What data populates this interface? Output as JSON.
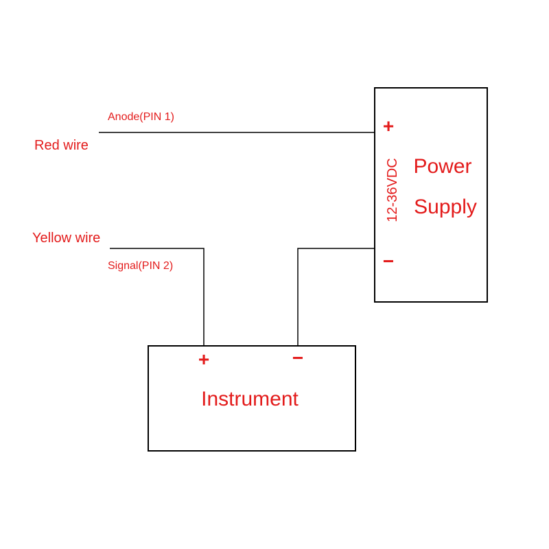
{
  "colors": {
    "text": "#e31b1b",
    "line": "#000000",
    "background": "#ffffff"
  },
  "wires": {
    "red_wire": "Red wire",
    "anode": "Anode(PIN 1)",
    "yellow_wire": "Yellow wire",
    "signal": "Signal(PIN 2)"
  },
  "power_supply": {
    "plus": "+",
    "minus": "−",
    "voltage": "12-36VDC",
    "title_line1": "Power",
    "title_line2": "Supply"
  },
  "instrument": {
    "plus": "+",
    "minus": "−",
    "title": "Instrument"
  }
}
